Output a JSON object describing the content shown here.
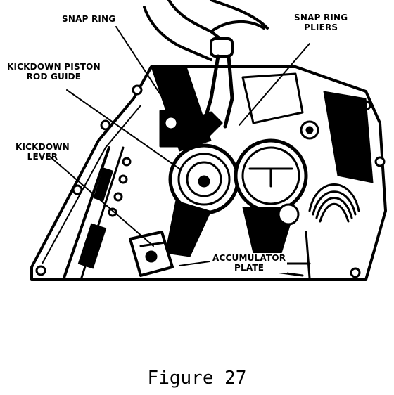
{
  "labels": {
    "snap_ring": "SNAP RING",
    "snap_ring_pliers": [
      "SNAP RING",
      "PLIERS"
    ],
    "kickdown_piston_rod_guide": [
      "KICKDOWN PISTON",
      "ROD GUIDE"
    ],
    "kickdown_lever": [
      "KICKDOWN",
      "LEVER"
    ],
    "accumulator_plate": [
      "ACCUMULATOR",
      "PLATE"
    ]
  },
  "caption": "Figure 27"
}
